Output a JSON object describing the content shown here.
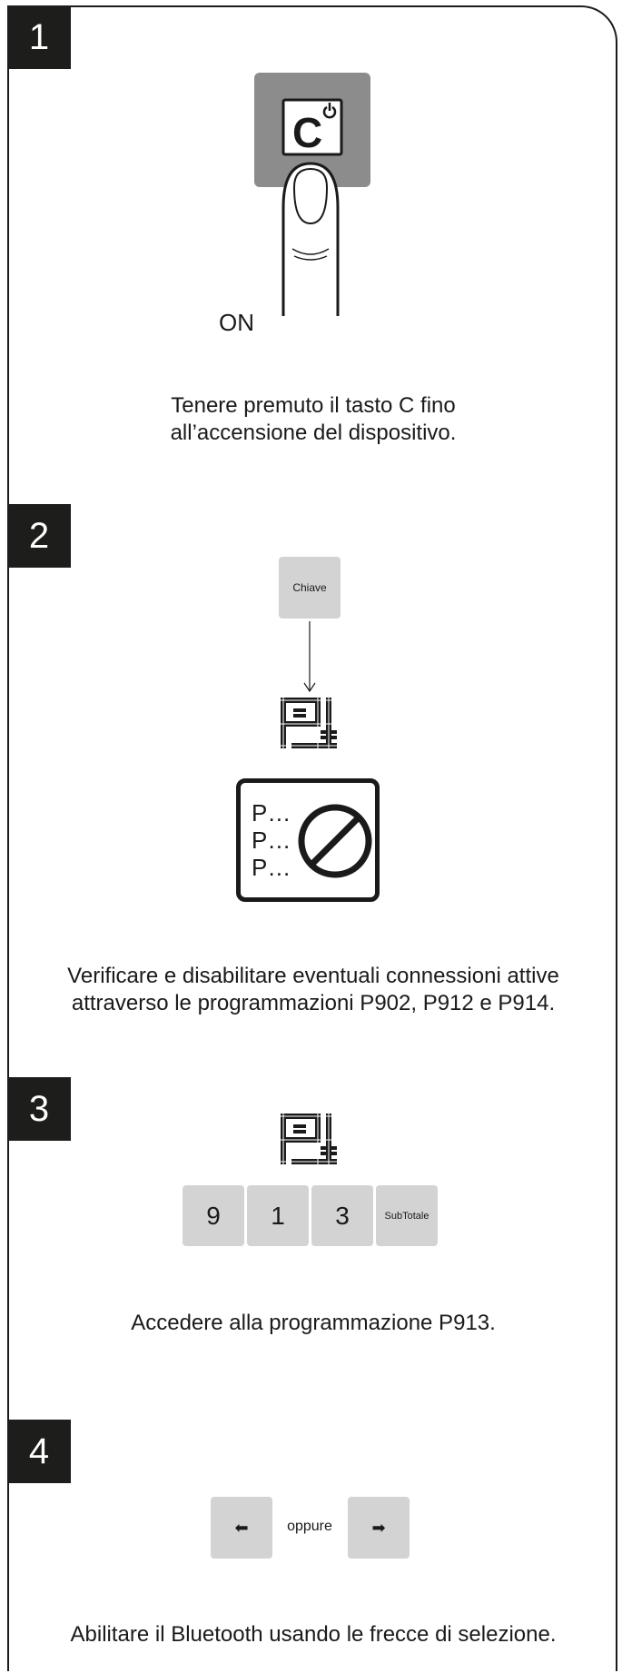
{
  "steps": [
    {
      "number": "1",
      "caption_line1": "Tenere premuto il tasto C fino",
      "caption_line2": "all’accensione del dispositivo.",
      "key_letter": "C",
      "on_label": "ON"
    },
    {
      "number": "2",
      "key_label": "Chiave",
      "list_items": [
        "P…",
        "P…",
        "P…"
      ],
      "caption_line1": "Verificare e disabilitare eventuali connessioni attive",
      "caption_line2": "attraverso le programmazioni P902, P912 e P914."
    },
    {
      "number": "3",
      "keys": [
        "9",
        "1",
        "3",
        "SubTotale"
      ],
      "caption": "Accedere alla programmazione P913."
    },
    {
      "number": "4",
      "left_arrow": "⬅",
      "or_label": "oppure",
      "right_arrow": "➡",
      "caption": "Abilitare il Bluetooth usando le frecce di selezione."
    }
  ],
  "icons": [
    "power-icon",
    "finger-icon",
    "p-display-icon",
    "prohibited-icon",
    "arrow-down-icon",
    "arrow-left-icon",
    "arrow-right-icon"
  ],
  "colors": {
    "badge": "#1d1d1b",
    "key_gray": "#d3d3d3",
    "key_dark": "#8c8c8c"
  }
}
